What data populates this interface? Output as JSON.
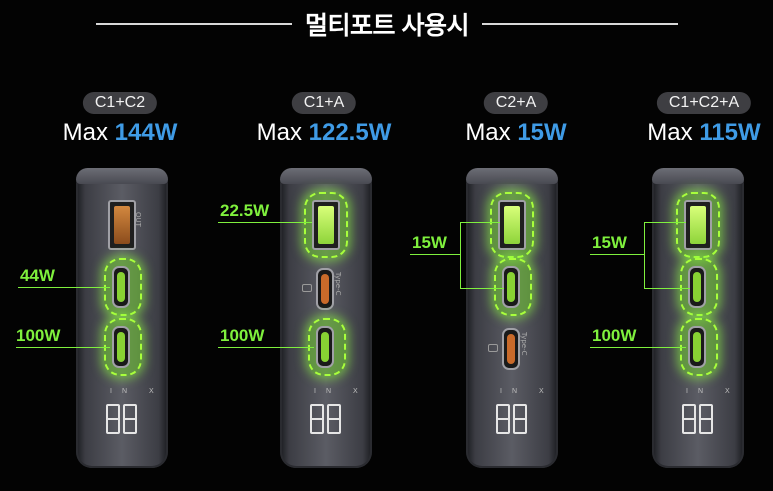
{
  "title": "멀티포트 사용시",
  "combos": [
    {
      "mode": "C1+C2",
      "max_prefix": "Max",
      "max_value": "144W",
      "labels": [
        "44W",
        "100W"
      ]
    },
    {
      "mode": "C1+A",
      "max_prefix": "Max",
      "max_value": "122.5W",
      "labels": [
        "22.5W",
        "100W"
      ]
    },
    {
      "mode": "C2+A",
      "max_prefix": "Max",
      "max_value": "15W",
      "labels": [
        "15W"
      ]
    },
    {
      "mode": "C1+C2+A",
      "max_prefix": "Max",
      "max_value": "115W",
      "labels": [
        "15W",
        "100W"
      ]
    }
  ],
  "port_text": {
    "usb_a": "OUT",
    "usb_c": "Type-C",
    "display": "IN  X"
  },
  "colors": {
    "background": "#030303",
    "accent_blue": "#3f9be6",
    "glow_green": "#7ff03d",
    "pill_bg": "#3e3e42"
  }
}
